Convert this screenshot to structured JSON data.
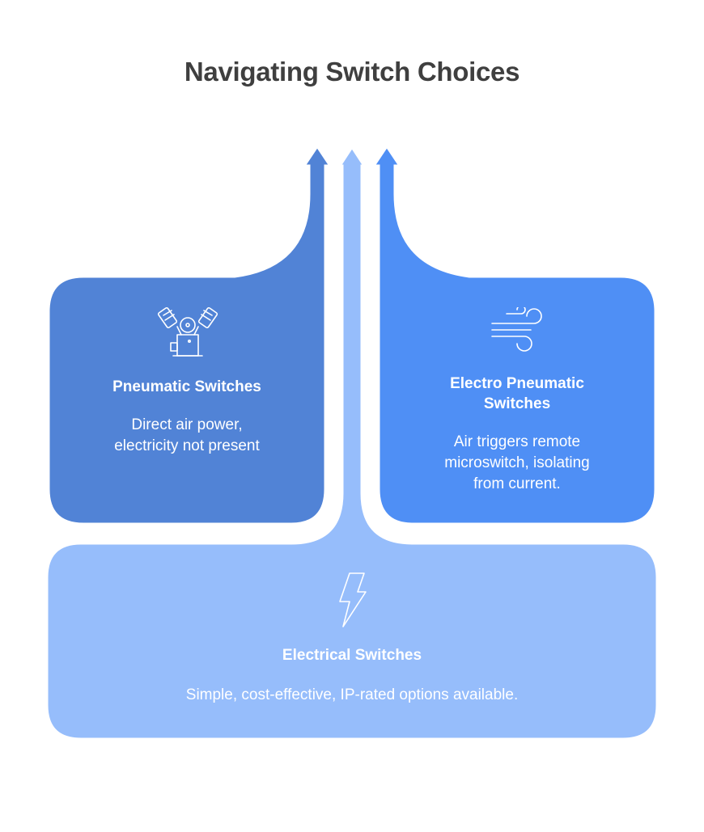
{
  "title": "Navigating Switch Choices",
  "colors": {
    "pneumatic": "#5183d6",
    "electro": "#4f8ff5",
    "electrical": "#96bdfb",
    "title": "#3f3f3f",
    "text": "#ffffff"
  },
  "nodes": {
    "pneumatic": {
      "icon": "engine-icon",
      "title": "Pneumatic Switches",
      "desc_line1": "Direct air power,",
      "desc_line2": "electricity not present"
    },
    "electro_pneumatic": {
      "icon": "wind-icon",
      "title_line1": "Electro Pneumatic",
      "title_line2": "Switches",
      "desc_line1": "Air triggers remote",
      "desc_line2": "microswitch, isolating",
      "desc_line3": "from current."
    },
    "electrical": {
      "icon": "lightning-icon",
      "title": "Electrical Switches",
      "desc": "Simple, cost-effective, IP-rated options available."
    }
  }
}
